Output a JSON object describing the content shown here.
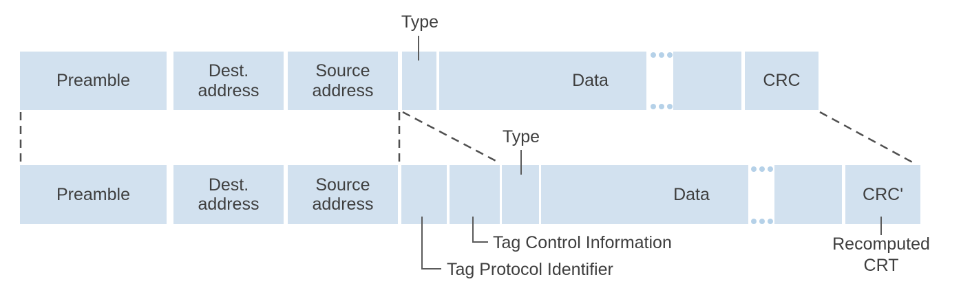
{
  "colors": {
    "field_fill": "#d2e1ef",
    "ellipsis_dots": "#b5d1e8",
    "text": "#3e3e3e",
    "connector_line": "#4f4f4f"
  },
  "top_frame": {
    "preamble": "Preamble",
    "dest_address": "Dest.\naddress",
    "source_address": "Source\naddress",
    "data": "Data",
    "crc": "CRC"
  },
  "bottom_frame": {
    "preamble": "Preamble",
    "dest_address": "Dest.\naddress",
    "source_address": "Source\naddress",
    "data": "Data",
    "crc": "CRC'"
  },
  "callouts": {
    "type_top": "Type",
    "type_bottom": "Type",
    "tag_control_information": "Tag Control Information",
    "tag_protocol_identifier": "Tag Protocol Identifier",
    "recomputed_crc": "Recomputed\nCRT"
  }
}
